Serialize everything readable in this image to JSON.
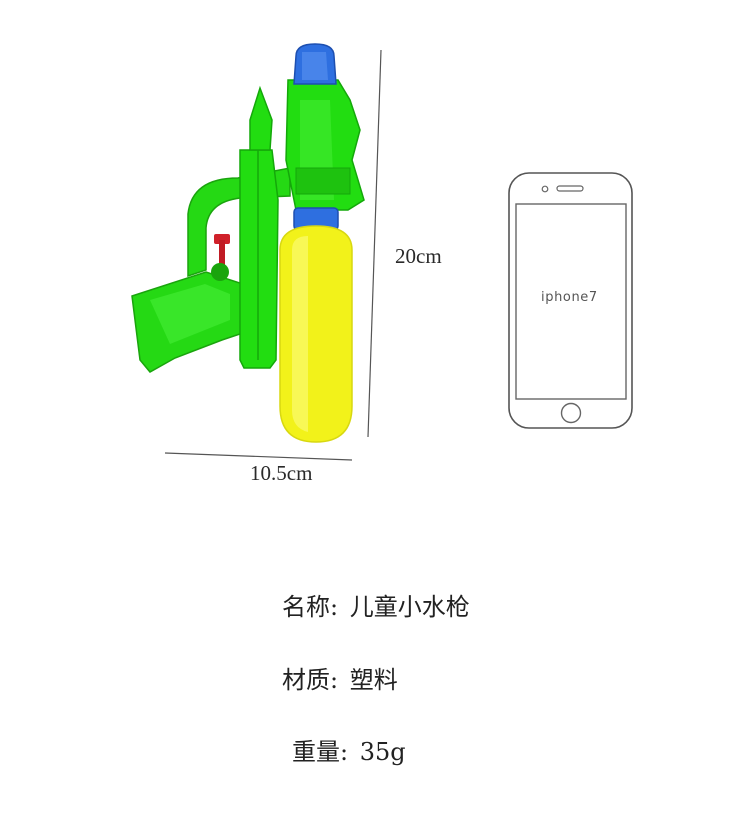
{
  "dimensions": {
    "height": "20cm",
    "width": "10.5cm"
  },
  "reference_phone": {
    "label": "iphone7"
  },
  "specs": {
    "name_label": "名称",
    "name_value": "儿童小水枪",
    "material_label": "材质",
    "material_value": "塑料",
    "weight_label": "重量",
    "weight_value": "35g",
    "separator": ":"
  },
  "colors": {
    "gun_body": "#22dd11",
    "gun_body_dark": "#14a80a",
    "water_tank": "#f2f21a",
    "nozzle_blue": "#2e6fe0",
    "trigger_red": "#d0212a",
    "outline": "#555555"
  }
}
